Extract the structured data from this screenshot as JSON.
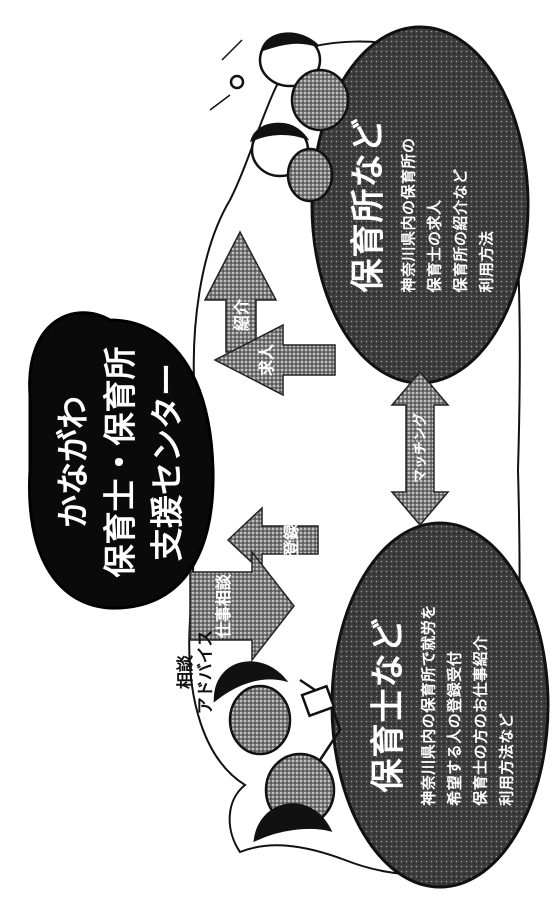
{
  "center": {
    "lines": [
      "かながわ",
      "保育士・保育所",
      "支援センター"
    ]
  },
  "nursery": {
    "title": "保育所など",
    "lines": [
      "神奈川県内の保育所の",
      "保育士の求人",
      "保育所の紹介など",
      "利用方法"
    ]
  },
  "teacher": {
    "title": "保育士など",
    "lines": [
      "神奈川県内の保育所で就労を",
      "希望する人の登録受付",
      "保育士の方のお仕事紹介",
      "利用方法など"
    ]
  },
  "arrows": {
    "introduce": "紹介",
    "job_offer": "求人",
    "matching": "マッチング",
    "registration": "登録",
    "job_consult": "仕事相談"
  },
  "advice": {
    "line1": "相談",
    "line2": "アドバイス"
  },
  "colors": {
    "center_fill": "#0a0a0a",
    "circle_fill": "#3a3a3a",
    "arrow_fill": "#8a8a8a",
    "line": "#111111"
  }
}
